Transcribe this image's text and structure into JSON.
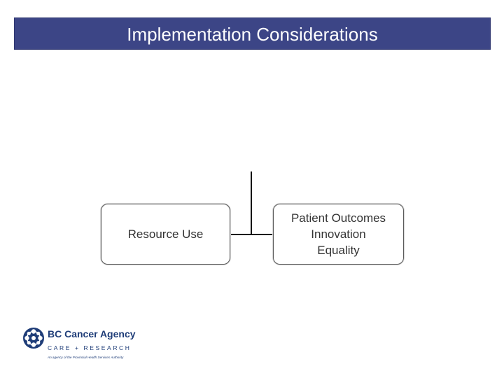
{
  "slide": {
    "title": "Implementation Considerations"
  },
  "diagram": {
    "left_box": {
      "label": "Resource Use"
    },
    "right_box": {
      "lines": [
        "Patient Outcomes",
        "Innovation",
        "Equality"
      ]
    }
  },
  "logo": {
    "name": "BC Cancer Agency",
    "tagline": "CARE + RESEARCH",
    "subtext": "An agency of the Provincial Health Services Authority",
    "icon": "bc-cancer-agency-emblem-icon"
  },
  "colors": {
    "title_bar": "#3c4586",
    "title_text": "#ffffff",
    "logo": "#1f3d78",
    "box_border": "#5a5a5a",
    "connector": "#111111"
  }
}
